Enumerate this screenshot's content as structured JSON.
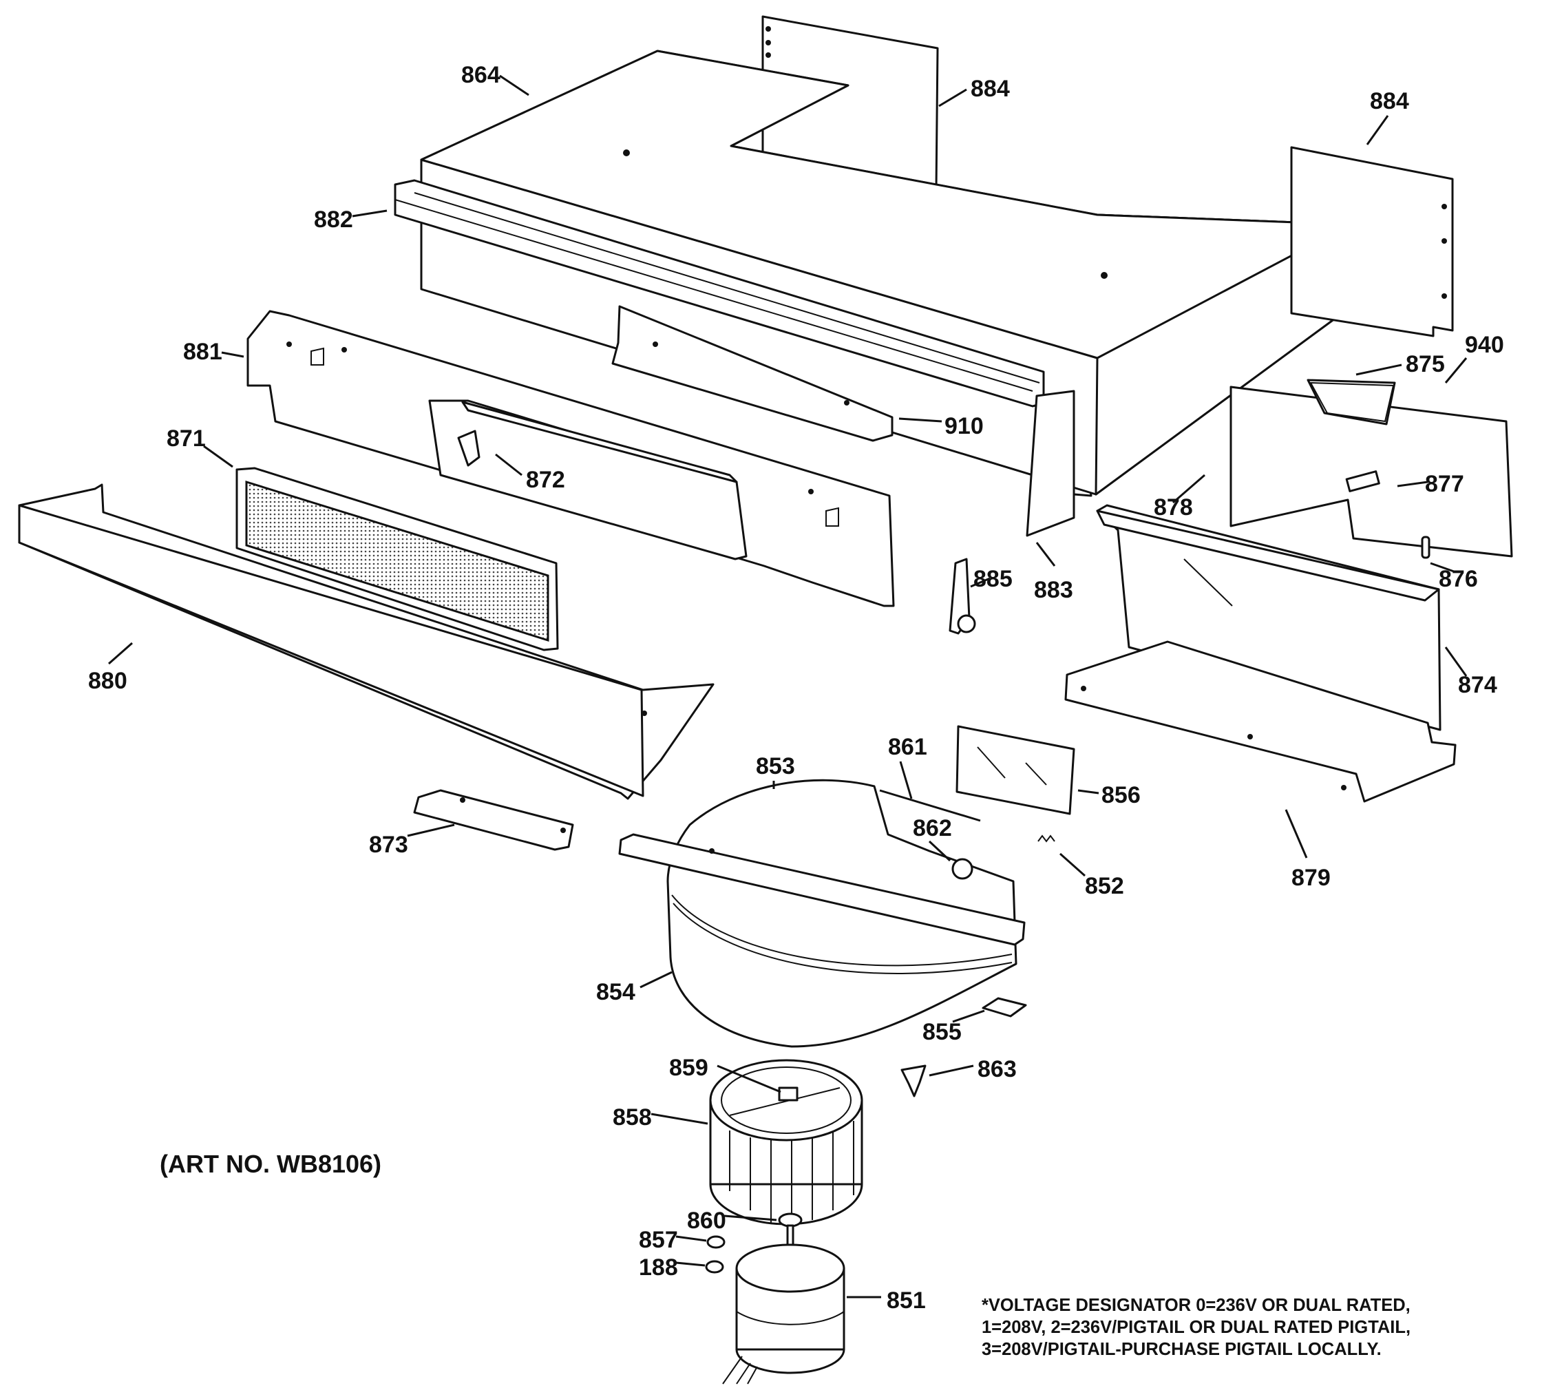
{
  "diagram_title": "(ART NO. WB8106)",
  "voltage_note": [
    "*VOLTAGE DESIGNATOR 0=236V OR DUAL RATED,",
    "1=208V, 2=236V/PIGTAIL OR DUAL RATED PIGTAIL,",
    "3=208V/PIGTAIL-PURCHASE PIGTAIL LOCALLY."
  ],
  "labels": {
    "p864": "864",
    "p884a": "884",
    "p884b": "884",
    "p882": "882",
    "p881": "881",
    "p910": "910",
    "p871": "871",
    "p872": "872",
    "p875": "875",
    "p940": "940",
    "p877": "877",
    "p878": "878",
    "p876": "876",
    "p885": "885",
    "p883": "883",
    "p874": "874",
    "p880": "880",
    "p861": "861",
    "p853": "853",
    "p856": "856",
    "p862": "862",
    "p873": "873",
    "p852": "852",
    "p879": "879",
    "p854": "854",
    "p855": "855",
    "p863": "863",
    "p859": "859",
    "p858": "858",
    "p860": "860",
    "p857": "857",
    "p188": "188",
    "p851": "851"
  }
}
